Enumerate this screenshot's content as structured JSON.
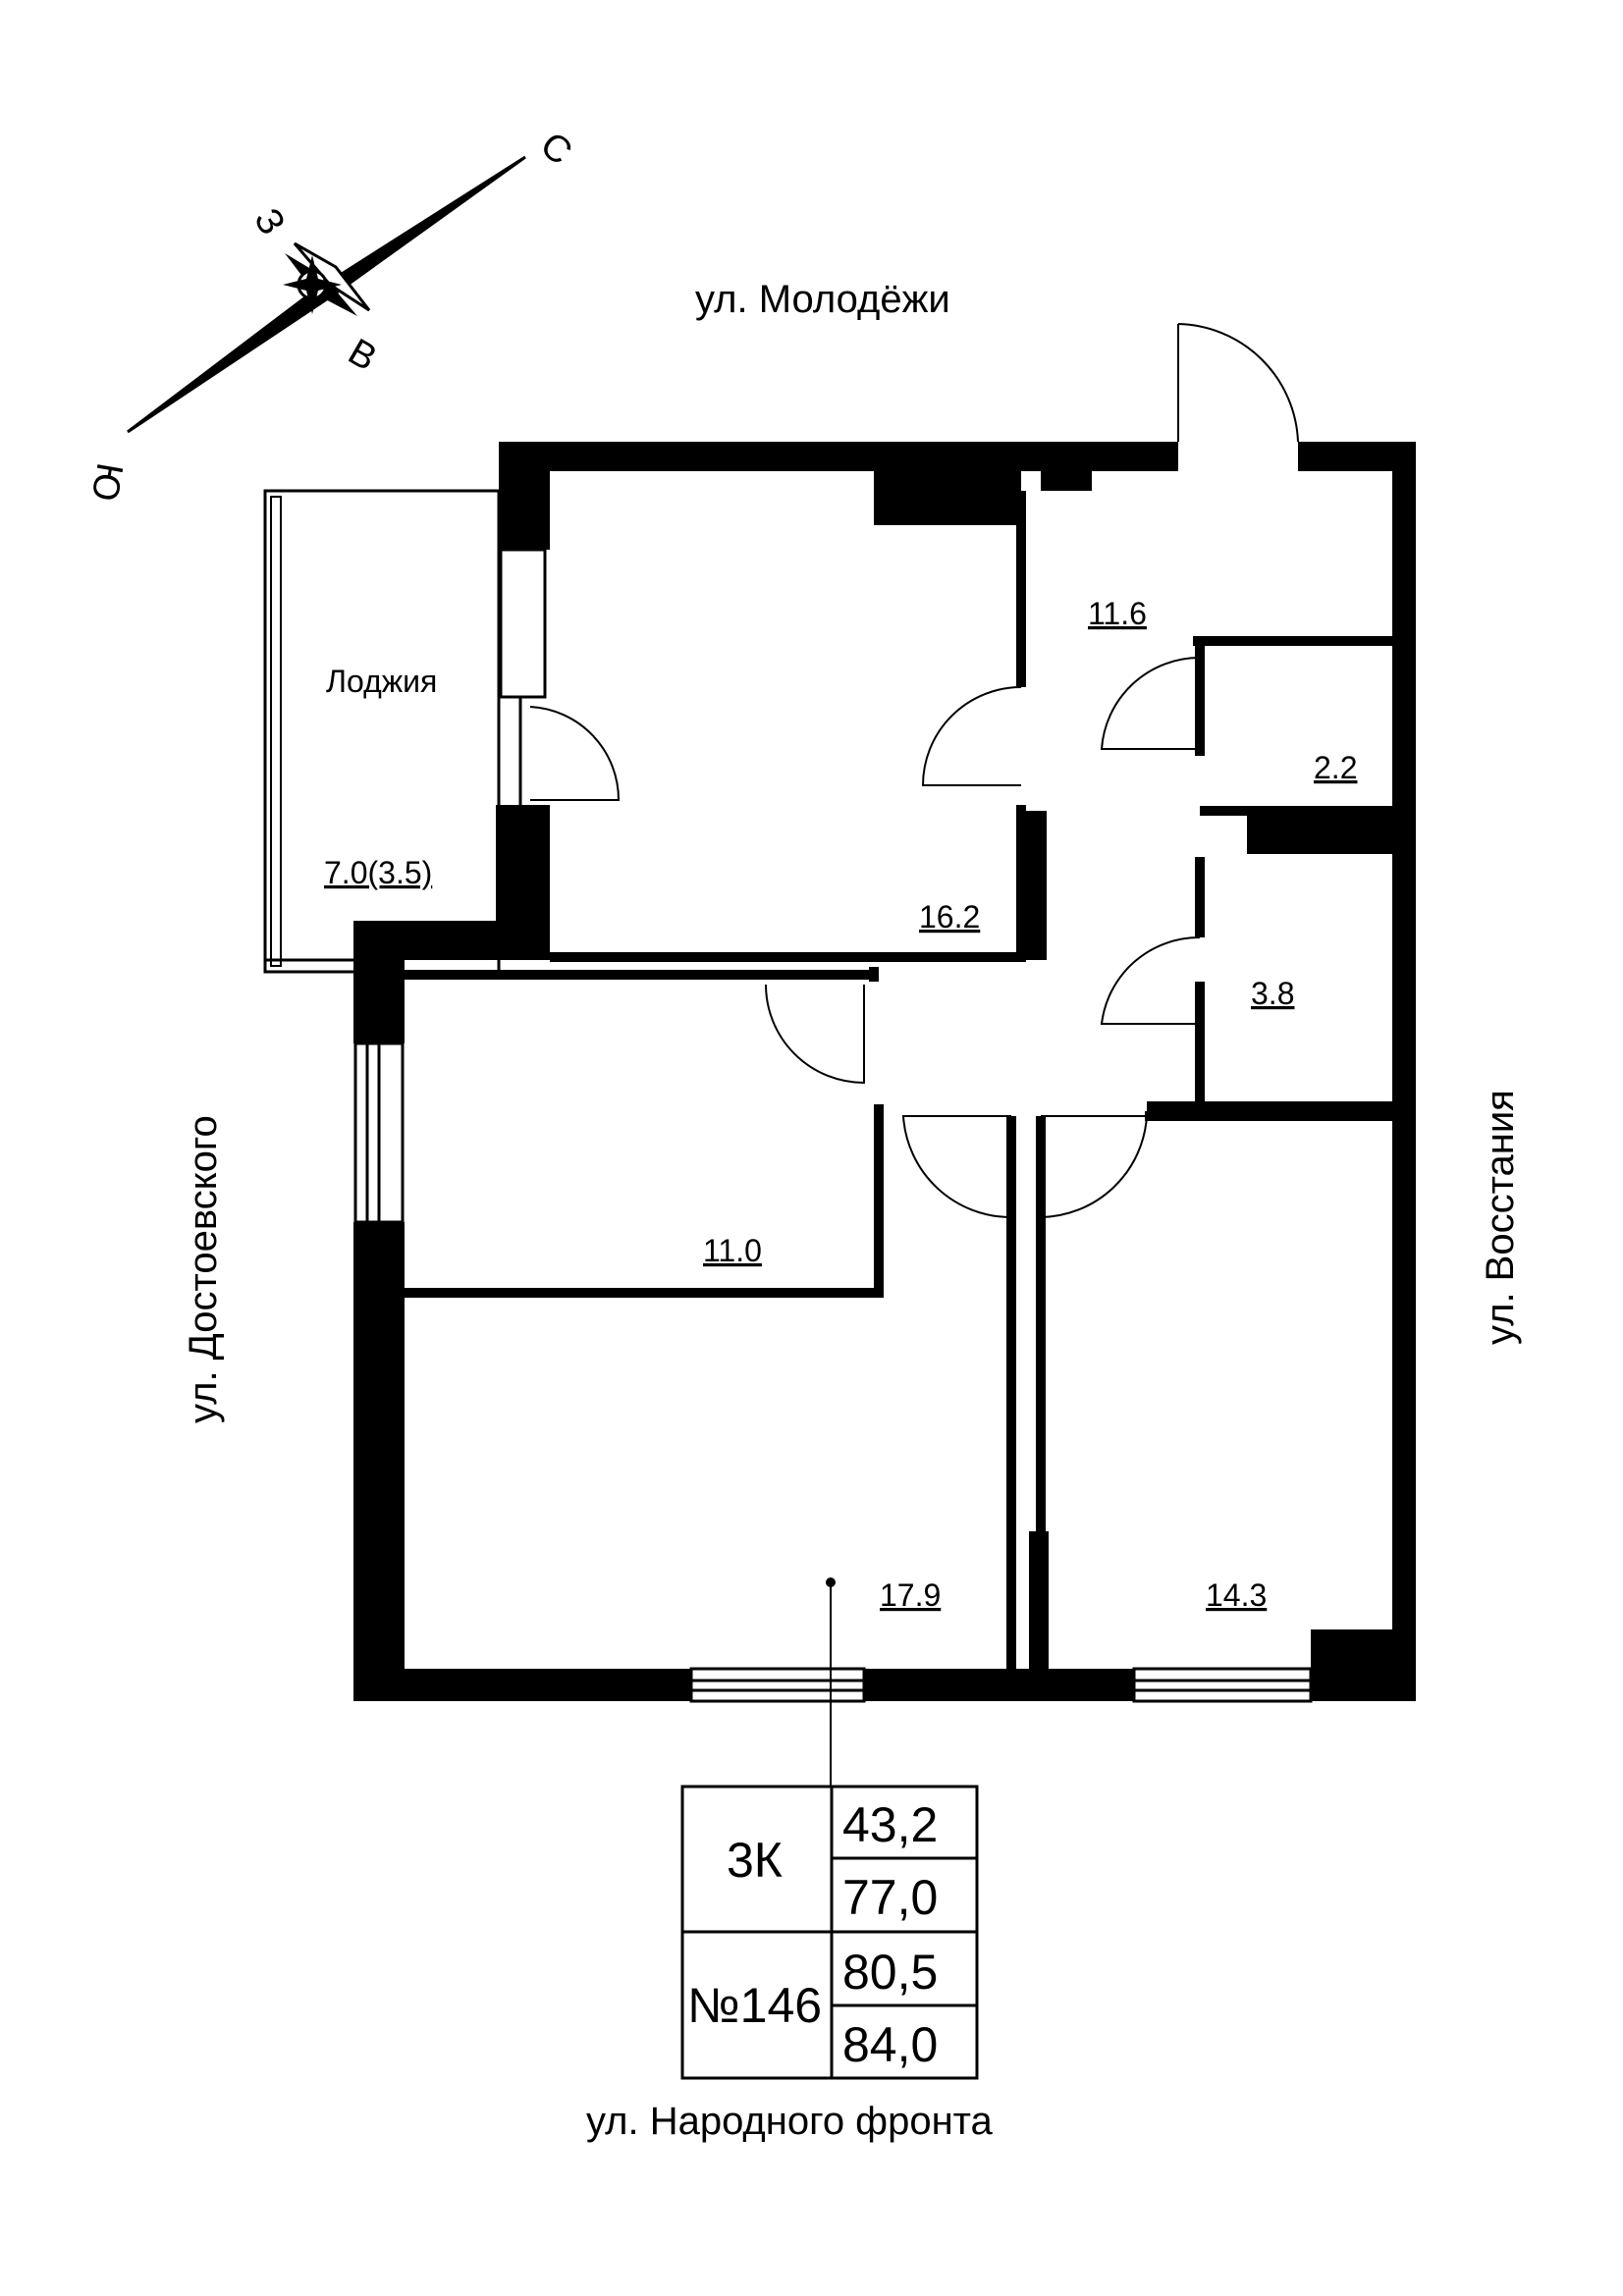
{
  "streets": {
    "north": "ул. Молодёжи",
    "south": "ул. Народного фронта",
    "west": "ул. Достоевского",
    "east": "ул. Восстания"
  },
  "compass": {
    "north": "С",
    "south": "Ю",
    "east": "В",
    "west": "З"
  },
  "rooms": {
    "loggia_name": "Лоджия",
    "loggia_area": "7.0(3.5)",
    "room_top": "16.2",
    "hall": "11.6",
    "bath_small": "2.2",
    "bath": "3.8",
    "room_mid": "11.0",
    "room_big": "17.9",
    "room_right": "14.3"
  },
  "info": {
    "type": "3К",
    "number": "№146",
    "area1": "43,2",
    "area2": "77,0",
    "area3": "80,5",
    "area4": "84,0"
  }
}
